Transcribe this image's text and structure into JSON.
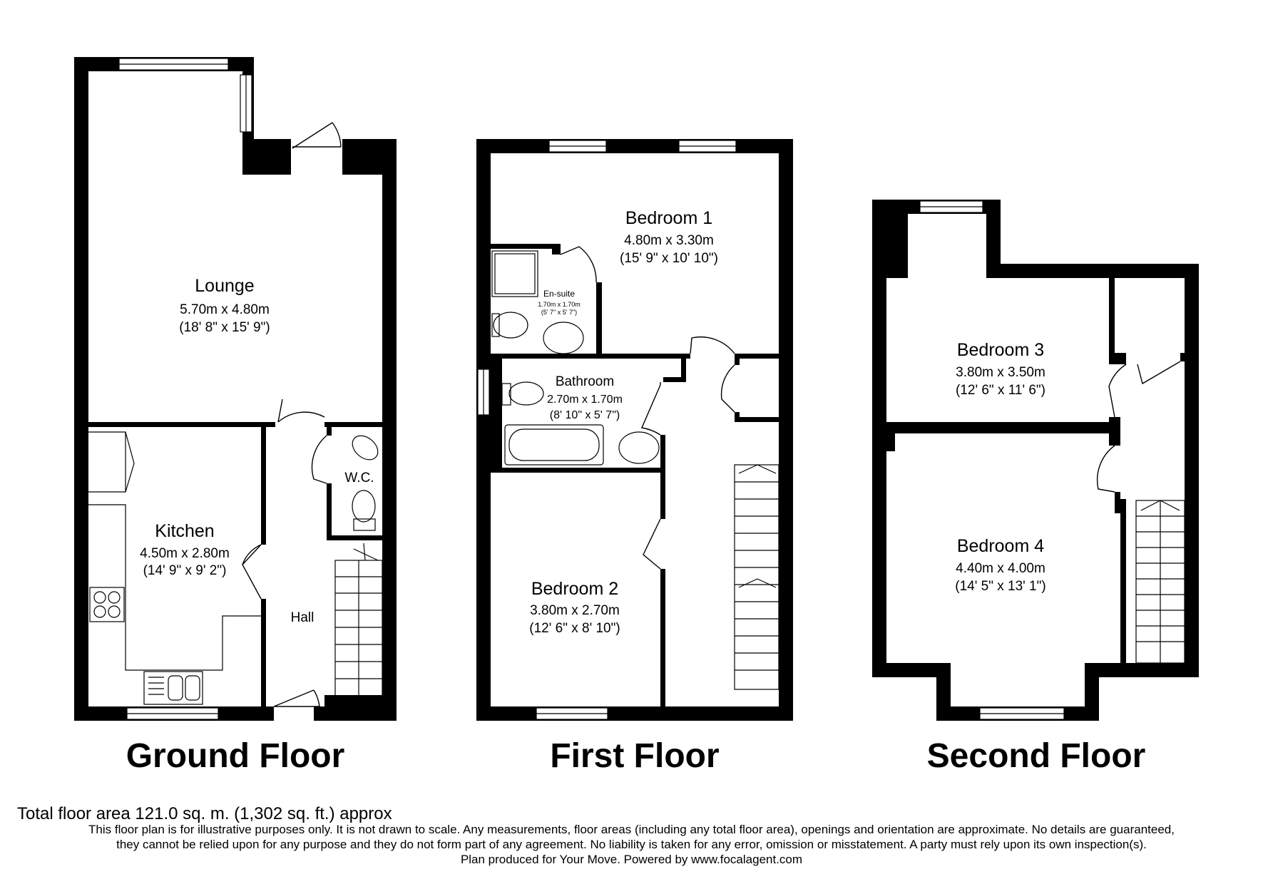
{
  "floors": {
    "ground": {
      "title": "Ground Floor",
      "rooms": {
        "lounge": {
          "name": "Lounge",
          "metric": "5.70m x 4.80m",
          "imperial": "(18' 8\" x 15' 9\")"
        },
        "kitchen": {
          "name": "Kitchen",
          "metric": "4.50m x 2.80m",
          "imperial": "(14' 9\" x 9' 2\")"
        },
        "wc": {
          "name": "W.C."
        },
        "hall": {
          "name": "Hall"
        }
      }
    },
    "first": {
      "title": "First Floor",
      "rooms": {
        "bedroom1": {
          "name": "Bedroom 1",
          "metric": "4.80m x 3.30m",
          "imperial": "(15' 9\" x 10' 10\")"
        },
        "ensuite": {
          "name": "En-suite",
          "metric": "1.70m x 1.70m",
          "imperial": "(5' 7\" x 5' 7\")"
        },
        "bathroom": {
          "name": "Bathroom",
          "metric": "2.70m x 1.70m",
          "imperial": "(8' 10\" x 5' 7\")"
        },
        "bedroom2": {
          "name": "Bedroom 2",
          "metric": "3.80m x 2.70m",
          "imperial": "(12' 6\" x 8' 10\")"
        }
      }
    },
    "second": {
      "title": "Second Floor",
      "rooms": {
        "bedroom3": {
          "name": "Bedroom 3",
          "metric": "3.80m x 3.50m",
          "imperial": "(12' 6\" x 11' 6\")"
        },
        "bedroom4": {
          "name": "Bedroom 4",
          "metric": "4.40m x 4.00m",
          "imperial": "(14' 5\" x 13' 1\")"
        }
      }
    }
  },
  "footer": {
    "total_area": "Total floor area 121.0 sq. m. (1,302 sq. ft.) approx",
    "disclaimer_line1": "This floor plan is for illustrative purposes only. It is not drawn to scale. Any measurements, floor areas (including any total floor area), openings and orientation are approximate. No details are guaranteed,",
    "disclaimer_line2": "they cannot be relied upon for any purpose and they do not form part of any agreement. No liability is taken for any error, omission or misstatement. A party must rely upon its own inspection(s).",
    "credit": "Plan produced for Your Move. Powered by www.focalagent.com"
  }
}
